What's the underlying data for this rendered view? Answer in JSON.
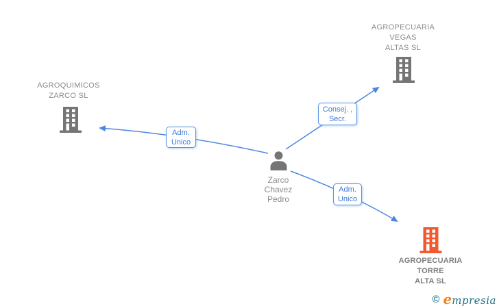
{
  "colors": {
    "edge_blue": "#4e87e0",
    "role_text_blue": "#3c78dc",
    "node_gray": "#757575",
    "label_gray": "#8b8b8b",
    "highlight_orange": "#f4582e",
    "brand_teal": "#1a6f80",
    "brand_orange": "#f58220"
  },
  "person": {
    "name": "Zarco Chavez Pedro",
    "name_lines": [
      "Zarco",
      "Chavez",
      "Pedro"
    ]
  },
  "companies": [
    {
      "name": "AGROQUIMICOS ZARCO SL",
      "lines": [
        "AGROQUIMICOS",
        "ZARCO SL"
      ],
      "highlighted": false
    },
    {
      "name": "AGROPECUARIA VEGAS ALTAS SL",
      "lines": [
        "AGROPECUARIA",
        "VEGAS",
        "ALTAS SL"
      ],
      "highlighted": false
    },
    {
      "name": "AGROPECUARIA TORRE ALTA SL",
      "lines": [
        "AGROPECUARIA",
        "TORRE",
        "ALTA SL"
      ],
      "highlighted": true
    }
  ],
  "relationships": [
    {
      "role": "Adm. Unico",
      "role_lines": [
        "Adm.",
        "Unico"
      ],
      "target": "AGROQUIMICOS ZARCO SL"
    },
    {
      "role": "Consej. , Secr.",
      "role_lines": [
        "Consej. ,",
        "Secr."
      ],
      "target": "AGROPECUARIA VEGAS ALTAS SL"
    },
    {
      "role": "Adm. Unico",
      "role_lines": [
        "Adm.",
        "Unico"
      ],
      "target": "AGROPECUARIA TORRE ALTA SL"
    }
  ],
  "footer": {
    "copyright": "©",
    "brand_initial": "e",
    "brand_rest": "mpresia"
  }
}
